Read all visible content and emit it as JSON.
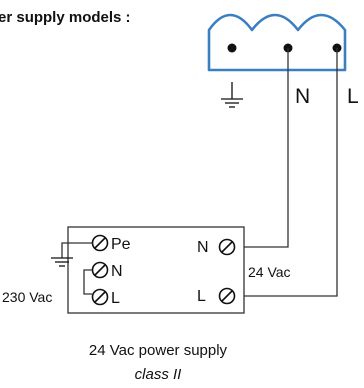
{
  "heading": "er supply models :",
  "connector": {
    "color": "#3a7fc1",
    "labels": {
      "neutral": "N",
      "line": "L"
    },
    "ground_symbol": "earth-ground"
  },
  "supply": {
    "left_terminals": [
      "Pe",
      "N",
      "L"
    ],
    "right_terminals": [
      "N",
      "L"
    ],
    "input_label": "230 Vac",
    "output_label": "24 Vac",
    "caption_line1": "24 Vac power supply",
    "caption_line2": "class II"
  }
}
